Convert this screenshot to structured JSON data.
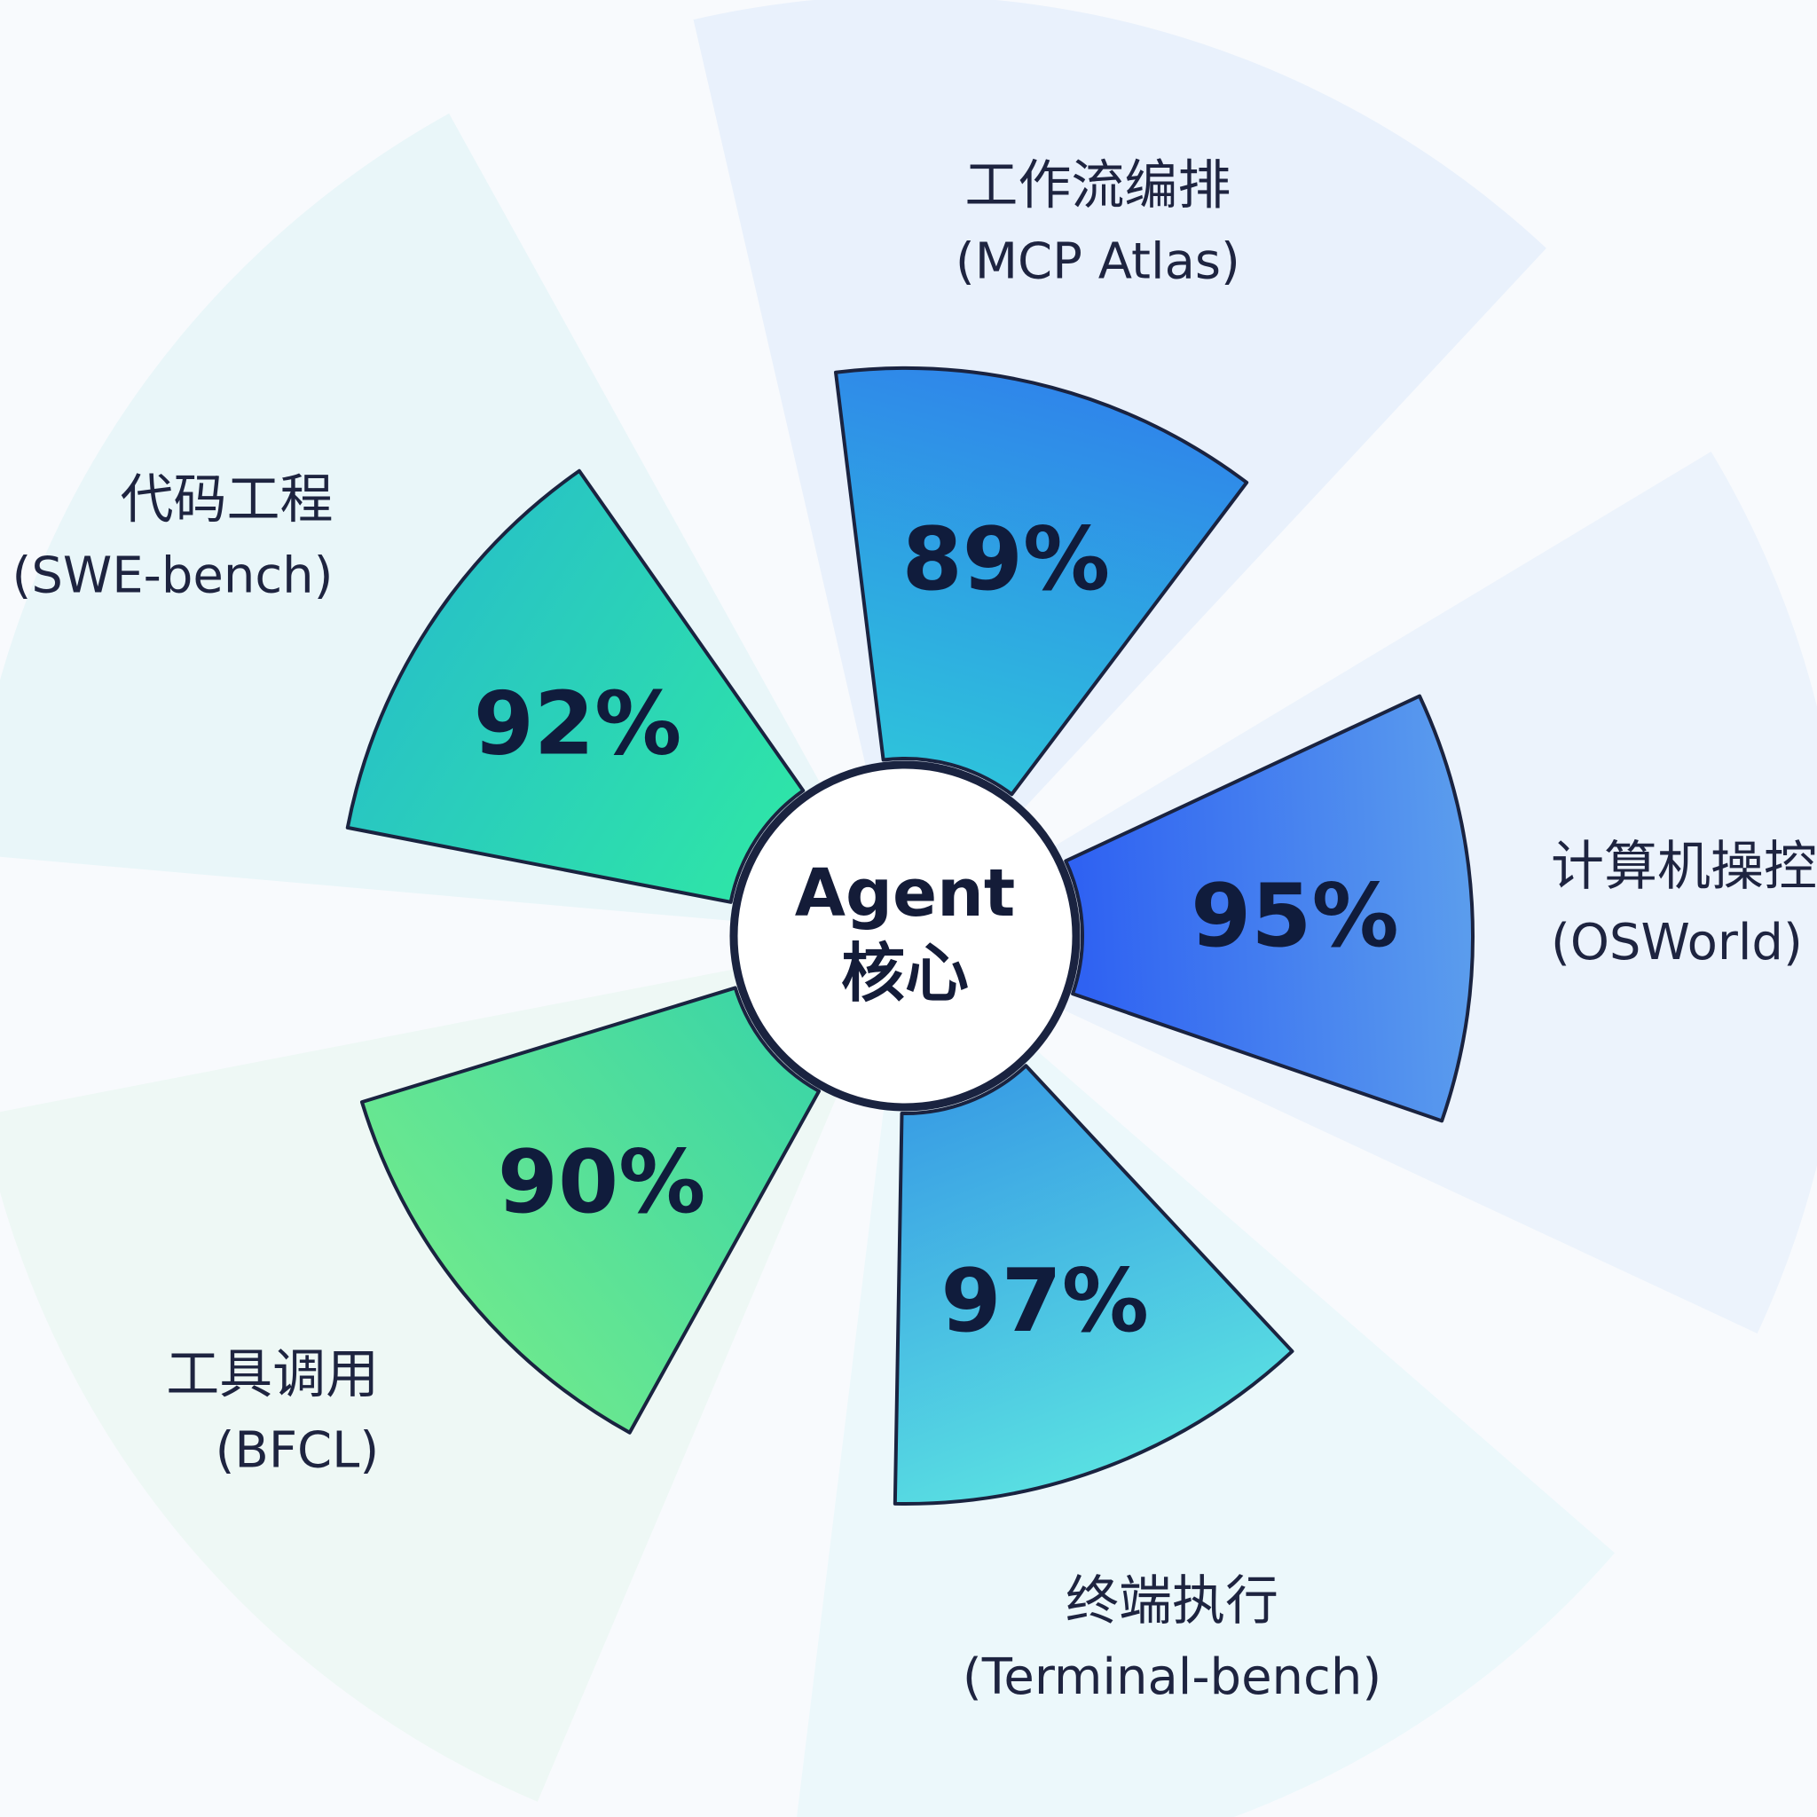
{
  "chart_data": {
    "type": "pie",
    "center_label": {
      "line1": "Agent",
      "line2": "核心"
    },
    "categories": [
      "工作流编排",
      "计算机操控",
      "终端执行",
      "工具调用",
      "代码工程"
    ],
    "benchmarks": [
      "(MCP Atlas)",
      "(OSWorld)",
      "(Terminal-bench)",
      "(BFCL)",
      "(SWE-bench)"
    ],
    "values": [
      89,
      95,
      97,
      90,
      92
    ],
    "value_labels": [
      "89%",
      "95%",
      "97%",
      "90%",
      "92%"
    ],
    "colors": [
      [
        "#2ec0dc",
        "#2f86ea"
      ],
      [
        "#2f62f2",
        "#5b9ded"
      ],
      [
        "#3aa0e4",
        "#59dfe2"
      ],
      [
        "#3fd7a4",
        "#6be88f"
      ],
      [
        "#2ee3a9",
        "#28c4c4"
      ]
    ]
  }
}
